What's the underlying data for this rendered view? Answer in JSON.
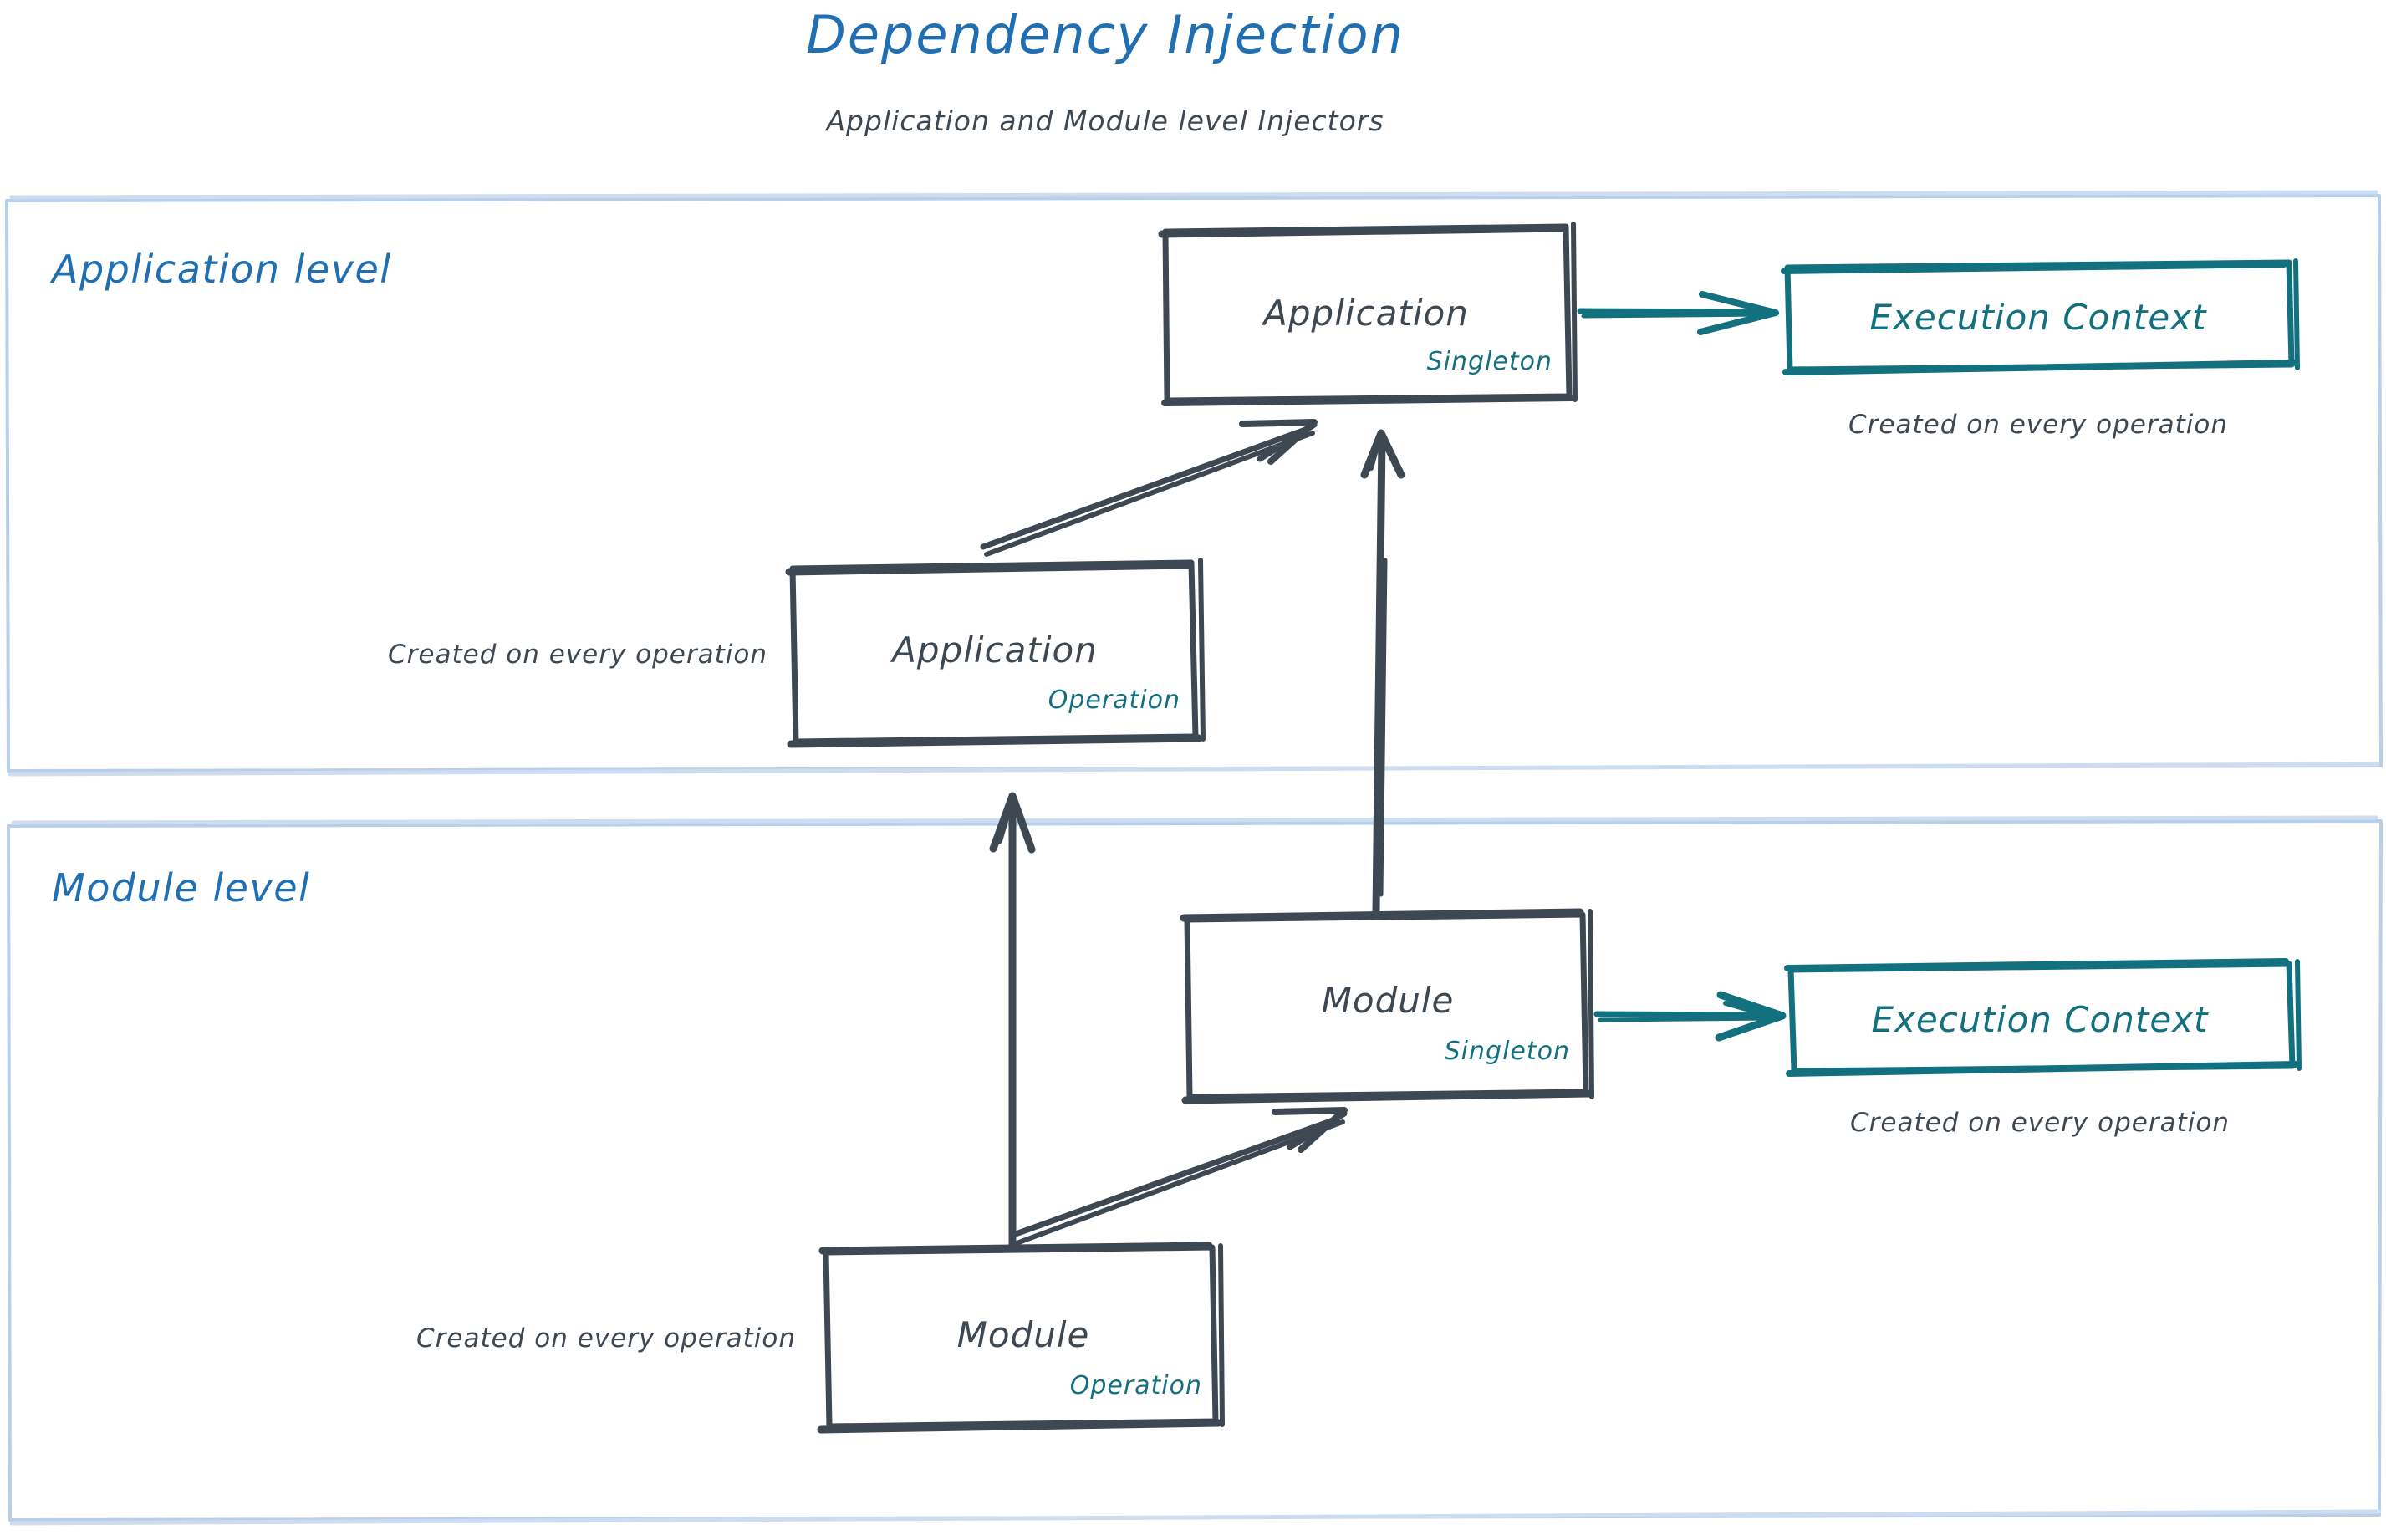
{
  "header": {
    "title": "Dependency Injection",
    "subtitle": "Application and Module level Injectors"
  },
  "colors": {
    "title_blue": "#1f6fb2",
    "lane_label_blue": "#1f6fb2",
    "lane_border_blue": "#b7cfe8",
    "ink_gray": "#3d4852",
    "teal": "#13717f",
    "background": "#ffffff"
  },
  "lanes": [
    {
      "id": "application-level",
      "label": "Application level"
    },
    {
      "id": "module-level",
      "label": "Module level"
    }
  ],
  "nodes": {
    "application_singleton": {
      "title": "Application",
      "scope": "Singleton"
    },
    "application_operation": {
      "title": "Application",
      "scope": "Operation"
    },
    "module_singleton": {
      "title": "Module",
      "scope": "Singleton"
    },
    "module_operation": {
      "title": "Module",
      "scope": "Operation"
    },
    "execution_context_application": {
      "title": "Execution Context"
    },
    "execution_context_module": {
      "title": "Execution Context"
    }
  },
  "notes": {
    "application_context_note": "Created on every operation",
    "application_operation_note": "Created on every operation",
    "module_context_note": "Created on every operation",
    "module_operation_note": "Created on every operation"
  },
  "edges": [
    {
      "id": "app-singleton-to-exec-ctx",
      "from": "application_singleton",
      "to": "execution_context_application",
      "color": "#13717f",
      "direction": "right"
    },
    {
      "id": "app-operation-to-app-singleton",
      "from": "application_operation",
      "to": "application_singleton",
      "color": "#3d4852",
      "direction": "up-right"
    },
    {
      "id": "module-singleton-to-app-singleton",
      "from": "module_singleton",
      "to": "application_singleton",
      "color": "#3d4852",
      "direction": "up"
    },
    {
      "id": "module-operation-to-app-operation",
      "from": "module_operation",
      "to": "application_operation",
      "color": "#3d4852",
      "direction": "up"
    },
    {
      "id": "module-operation-to-module-singleton",
      "from": "module_operation",
      "to": "module_singleton",
      "color": "#3d4852",
      "direction": "up-right"
    },
    {
      "id": "module-singleton-to-exec-ctx",
      "from": "module_singleton",
      "to": "execution_context_module",
      "color": "#13717f",
      "direction": "right"
    }
  ]
}
